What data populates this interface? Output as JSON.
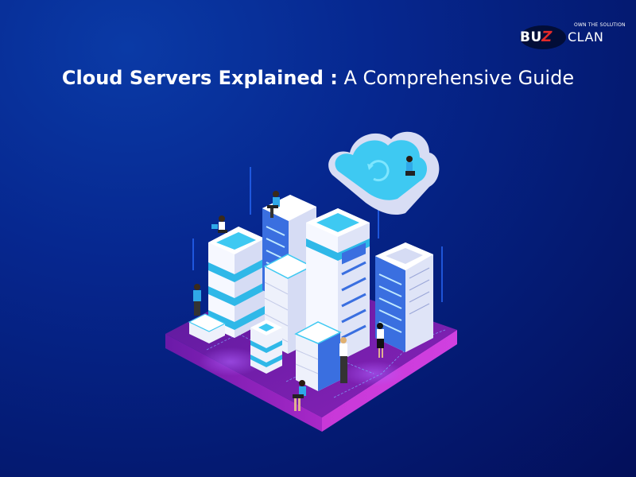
{
  "brand": {
    "name_part1": "BU",
    "name_bolt": "Z",
    "name_part2": "CLAN",
    "tagline": "OWN THE SOLUTION"
  },
  "heading": {
    "bold": "Cloud Servers Explained :",
    "regular": " A Comprehensive Guide"
  },
  "illustration": {
    "subject": "isometric cloud server data center",
    "icons": [
      "cloud-sync-icon",
      "server-rack-icon",
      "person-with-laptop-icon"
    ]
  },
  "colors": {
    "background_top": "#0a3aa6",
    "background_bottom": "#030f5a",
    "platform": "#7a1fb0",
    "platform_edge": "#c030d8",
    "server_white": "#eef1fb",
    "accent_cyan": "#2fc8f0",
    "accent_blue": "#3a6fe0",
    "bolt_red": "#e32a2a"
  }
}
